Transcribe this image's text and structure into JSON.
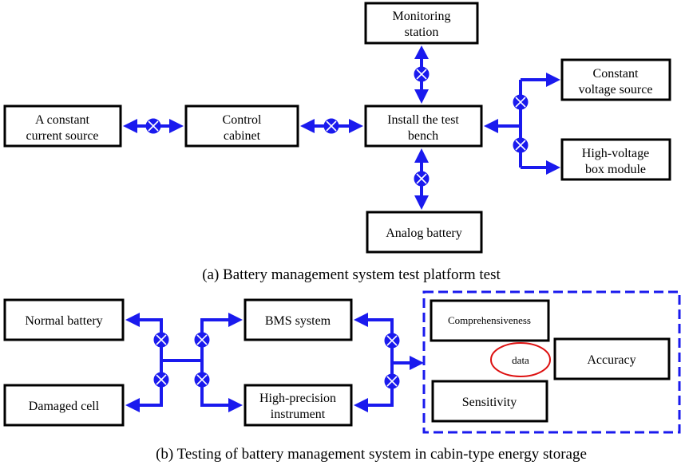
{
  "part_a": {
    "boxes": {
      "monitoring": [
        "Monitoring",
        "station"
      ],
      "constant_current": [
        "A constant",
        "current source"
      ],
      "control_cabinet": [
        "Control",
        "cabinet"
      ],
      "test_bench": [
        "Install the test",
        "bench"
      ],
      "constant_voltage": [
        "Constant",
        "voltage source"
      ],
      "hv_box": [
        "High-voltage",
        "box module"
      ],
      "analog_battery": [
        "Analog battery"
      ]
    },
    "caption": "(a) Battery management system test platform test"
  },
  "part_b": {
    "boxes": {
      "normal_battery": [
        "Normal battery"
      ],
      "damaged_cell": [
        "Damaged cell"
      ],
      "bms_system": [
        "BMS system"
      ],
      "instrument": [
        "High-precision",
        "instrument"
      ]
    },
    "dashed_group": {
      "comprehensiveness": "Comprehensiveness",
      "data": "data",
      "accuracy": "Accuracy",
      "sensitivity": "Sensitivity"
    },
    "caption": "(b) Testing of battery management system in cabin-type energy storage"
  },
  "colors": {
    "connector": "#1a1aee",
    "dashed_border": "#1a1aee",
    "data_ellipse": "#dd1111"
  },
  "icons": {
    "valve": "valve-icon",
    "arrowhead": "arrowhead-icon"
  }
}
